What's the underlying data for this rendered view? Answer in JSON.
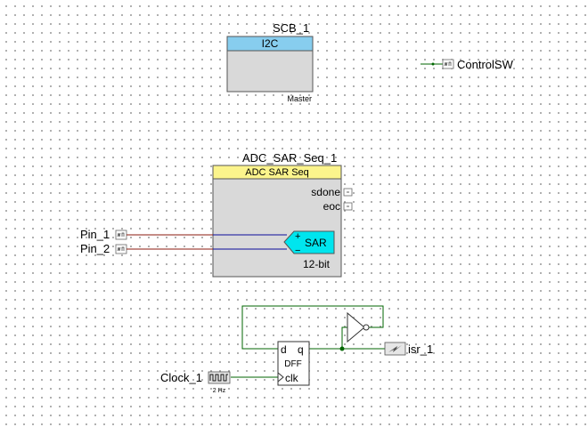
{
  "colors": {
    "scb_header": "#87cdee",
    "adc_header": "#fbf48c",
    "block_body": "#d9d9d9",
    "sar": "#00e5ee",
    "wire_green": "#006600",
    "wire_red": "#8b1a0f",
    "wire_blue": "#0b0b9b"
  },
  "scb": {
    "instance_name": "SCB_1",
    "header": "I2C",
    "mode": "Master"
  },
  "control_sw": {
    "label": "ControlSW",
    "icon": "digital-pin-icon"
  },
  "adc": {
    "instance_name": "ADC_SAR_Seq_1",
    "header": "ADC SAR Seq",
    "terminals": [
      "sdone",
      "eoc"
    ],
    "sar_label": "SAR",
    "plus": "+",
    "minus": "−",
    "resolution": "12-bit"
  },
  "pins": [
    {
      "label": "Pin_1",
      "icon": "analog-pin-icon"
    },
    {
      "label": "Pin_2",
      "icon": "analog-pin-icon"
    }
  ],
  "dff": {
    "title": "DFF",
    "d": "d",
    "q": "q",
    "clk": "clk"
  },
  "inverter": {
    "icon": "not-gate-icon"
  },
  "isr": {
    "label": "isr_1",
    "icon": "interrupt-icon"
  },
  "clock": {
    "label": "Clock_1",
    "frequency": "2 Hz",
    "icon": "clock-waveform-icon"
  }
}
